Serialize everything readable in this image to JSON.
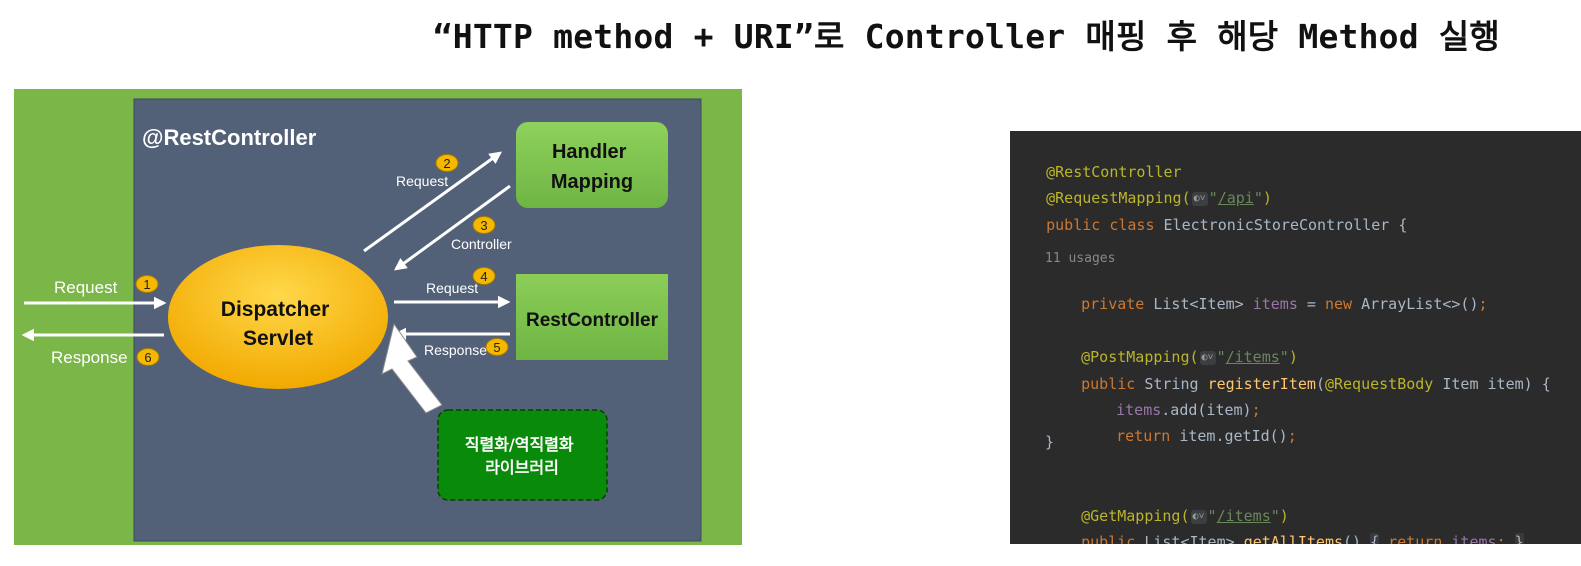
{
  "title": "“HTTP method + URI”로 Controller 매핑 후 해당 Method 실행",
  "diagram": {
    "box_label": "@RestController",
    "handler_mapping": [
      "Handler",
      "Mapping"
    ],
    "rest_controller": "RestController",
    "dispatcher": [
      "Dispatcher",
      "Servlet"
    ],
    "library": [
      "직렬화/역직렬화",
      "라이브러리"
    ],
    "steps": {
      "s1": {
        "label": "Request",
        "num": "1"
      },
      "s2": {
        "label": "Request",
        "num": "2"
      },
      "s3": {
        "label": "Controller",
        "num": "3"
      },
      "s4": {
        "label": "Request",
        "num": "4"
      },
      "s5": {
        "label": "Response",
        "num": "5"
      },
      "s6": {
        "label": "Response",
        "num": "6"
      }
    },
    "colors": {
      "outer_green": "#7ab648",
      "inner_slate": "#526078",
      "box_green": "#7cc04f",
      "dispatcher_yellow": "#f4b400",
      "library_green": "#0a8a0a",
      "badge_yellow": "#f5b800"
    }
  },
  "code": {
    "l1_ann": "@RestController",
    "l2_ann": "@RequestMapping(",
    "l2_icon": "globe-icon",
    "l2_str": "/api",
    "l2_close": ")",
    "l3_kw": "public class",
    "l3_name": " ElectronicStoreController {",
    "l4_hint": "11 usages",
    "l5_kw": "private",
    "l5_type": " List<Item> ",
    "l5_field": "items",
    "l5_eq": " = ",
    "l5_new": "new",
    "l5_rest": " ArrayList<>()",
    "l5_semi": ";",
    "l6_ann": "@PostMapping(",
    "l6_str": "/items",
    "l6_close": ")",
    "l7_kw": "public",
    "l7_type": " String ",
    "l7_fn": "registerItem",
    "l7_open": "(",
    "l7_ann": "@RequestBody",
    "l7_rest": " Item item) {",
    "l8_field": "items",
    "l8_rest": ".add(item)",
    "l8_semi": ";",
    "l9_kw": "return",
    "l9_rest": " item.getId()",
    "l9_semi": ";",
    "l10": "}",
    "l11_ann": "@GetMapping(",
    "l11_str": "/items",
    "l11_close": ")",
    "l12_kw": "public",
    "l12_type": " List<Item> ",
    "l12_fn": "getAllItems",
    "l12_paren": "() ",
    "l12_brace_open": "{",
    "l12_ret": " return ",
    "l12_field": "items",
    "l12_semi": "; ",
    "l12_brace_close": "}"
  }
}
